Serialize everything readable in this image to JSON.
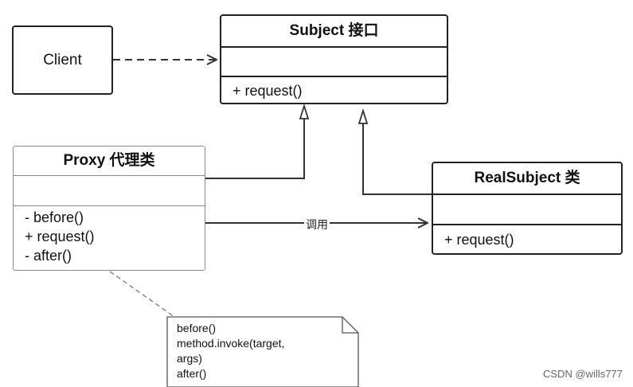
{
  "client": {
    "label": "Client"
  },
  "subject": {
    "title": "Subject 接口",
    "operations": [
      "+ request()"
    ]
  },
  "proxy": {
    "title": "Proxy 代理类",
    "operations": [
      "-  before()",
      "+ request()",
      "-  after()"
    ]
  },
  "real_subject": {
    "title": "RealSubject 类",
    "operations": [
      "+ request()"
    ]
  },
  "call_label": "调用",
  "note": {
    "lines": [
      "before()",
      "method.invoke(target,",
      "args)",
      "after()"
    ]
  },
  "watermark": "CSDN @wills777"
}
